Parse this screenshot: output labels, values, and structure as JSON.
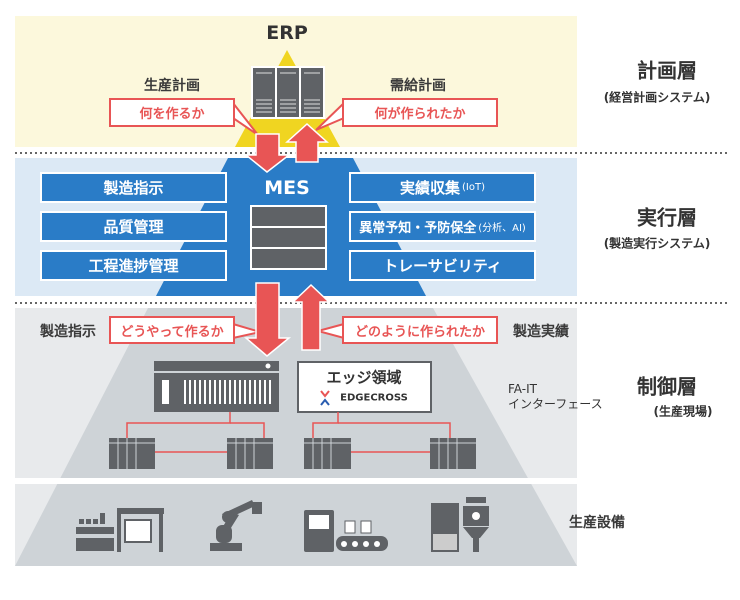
{
  "planning": {
    "system": "ERP",
    "left_label": "生産計画",
    "right_label": "需給計画",
    "down_message": "何を作るか",
    "up_message": "何が作られたか",
    "layer_title": "計画層",
    "layer_subtitle": "(経営計画システム)"
  },
  "execution": {
    "system": "MES",
    "left_functions": [
      "製造指示",
      "品質管理",
      "工程進捗管理"
    ],
    "right_functions": [
      {
        "main": "実績収集",
        "note": "(IoT)"
      },
      {
        "main": "異常予知・予防保全",
        "note": "(分析、AI)"
      },
      {
        "main": "トレーサビリティ",
        "note": ""
      }
    ],
    "layer_title": "実行層",
    "layer_subtitle": "(製造実行システム)"
  },
  "control": {
    "left_label": "製造指示",
    "right_label": "製造実績",
    "down_message": "どうやって作るか",
    "up_message": "どのように作られたか",
    "edge_title": "エッジ領域",
    "edge_logo": "EDGECROSS",
    "interface_line1": "FA-IT",
    "interface_line2": "インターフェース",
    "layer_title": "制御層",
    "layer_subtitle": "(生産現場)"
  },
  "equipment": {
    "label": "生産設備",
    "icons": [
      "packaging-machine-icon",
      "robot-arm-icon",
      "conveyor-controller-icon",
      "machine-tool-icon"
    ]
  },
  "colors": {
    "planning_band": "#fcf8dc",
    "erp_triangle": "#f0d521",
    "execution_band": "#dce9f5",
    "mes_blue": "#2a7cc7",
    "control_band": "#e8eaec",
    "pyramid_gray": "#ced3d7",
    "device_gray": "#5f6266",
    "accent_red": "#e85555"
  }
}
